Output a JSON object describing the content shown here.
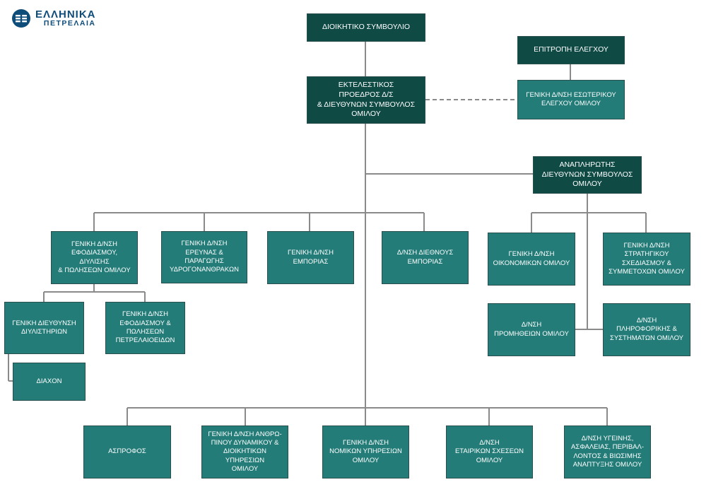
{
  "logo": {
    "line1": "ΕΛΛΗΝΙΚΑ",
    "line2": "ΠΕΤΡΕΛΑΙΑ",
    "color": "#0e4c7a"
  },
  "colors": {
    "dark": "#0f4a45",
    "teal": "#237c78",
    "connector": "#8a8a8a"
  },
  "nodes": {
    "board": "ΔΙΟΙΚΗΤΙΚΟ ΣΥΜΒΟΥΛΙΟ",
    "ceo": "ΕΚΤΕΛΕΣΤΙΚΟΣ\nΠΡΟΕΔΡΟΣ Δ/Σ\n& ΔΙΕΥΘΥΝΩΝ ΣΥΜΒΟΥΛΟΣ\nΟΜΙΛΟΥ",
    "audit_committee": "ΕΠΙΤΡΟΠΗ ΕΛΕΓΧΟΥ",
    "internal_audit": "ΓΕΝΙΚΗ Δ/ΝΣΗ ΕΣΩΤΕΡΙΚΟΥ\nΕΛΕΓΧΟΥ ΟΜΙΛΟΥ",
    "deputy_ceo": "ΑΝΑΠΛΗΡΩΤΗΣ\nΔΙΕΥΘΥΝΩΝ ΣΥΜΒΟΥΛΟΣ\nΟΜΙΛΟΥ",
    "supply_refining_sales": "ΓΕΝΙΚΗ Δ/ΝΣΗ\nΕΦΟΔΙΑΣΜΟΥ, ΔΙΥΛΙΣΗΣ\n& ΠΩΛΗΣΕΩΝ ΟΜΙΛΟΥ",
    "exploration": "ΓΕΝΙΚΗ Δ/ΝΣΗ\nΕΡΕΥΝΑΣ & ΠΑΡΑΓΩΓΗΣ\nΥΔΡΟΓΟΝΑΝΘΡΑΚΩΝ",
    "trading": "ΓΕΝΙΚΗ Δ/ΝΣΗ\nΕΜΠΟΡΙΑΣ",
    "intl_trading": "Δ/ΝΣΗ ΔΙΕΘΝΟΥΣ\nΕΜΠΟΡΙΑΣ",
    "finance": "ΓΕΝΙΚΗ Δ/ΝΣΗ\nΟΙΚΟΝΟΜΙΚΩΝ ΟΜΙΛΟΥ",
    "strategy": "ΓΕΝΙΚΗ Δ/ΝΣΗ\nΣΤΡΑΤΗΓΙΚΟΥ\nΣΧΕΔΙΑΣΜΟΥ &\nΣΥΜΜΕΤΟΧΩΝ ΟΜΙΛΟΥ",
    "procurement": "Δ/ΝΣΗ\nΠΡΟΜΗΘΕΙΩΝ ΟΜΙΛΟΥ",
    "it": "Δ/ΝΣΗ\nΠΛΗΡΟΦΟΡΙΚΗΣ &\nΣΥΣΤΗΜΑΤΩΝ ΟΜΙΛΟΥ",
    "refineries": "ΓΕΝΙΚΗ ΔΙΕΥΘΥΝΣΗ\nΔΙΥΛΙΣΤΗΡΙΩΝ",
    "supply_sales": "ΓΕΝΙΚΗ Δ/ΝΣΗ\nΕΦΟΔΙΑΣΜΟΥ &\nΠΩΛΗΣΕΩΝ\nΠΕΤΡΕΛΑΙΟΕΙΔΩΝ",
    "diaxon": "ΔΙΑΧΟΝ",
    "aspropos": "ΑΣΠΡΟΦΟΣ",
    "hr": "ΓΕΝΙΚΗ Δ/ΝΣΗ ΑΝΘΡΩ-\nΠΙΝΟΥ ΔΥΝΑΜΙΚΟΥ &\nΔΙΟΙΚΗΤΙΚΩΝ ΥΠΗΡΕΣΙΩΝ\nΟΜΙΛΟΥ",
    "legal": "ΓΕΝΙΚΗ Δ/ΝΣΗ\nΝΟΜΙΚΩΝ ΥΠΗΡΕΣΙΩΝ\nΟΜΙΛΟΥ",
    "corporate_relations": "Δ/ΝΣΗ\nΕΤΑΙΡΙΚΩΝ ΣΧΕΣΕΩΝ\nΟΜΙΛΟΥ",
    "hse": "Δ/ΝΣΗ ΥΓΕΙΝΗΣ,\nΑΣΦΑΛΕΙΑΣ, ΠΕΡΙΒΑΛ-\nΛΟΝΤΟΣ & ΒΙΩΣΙΜΗΣ\nΑΝΑΠΤΥΞΗΣ ΟΜΙΛΟΥ"
  }
}
